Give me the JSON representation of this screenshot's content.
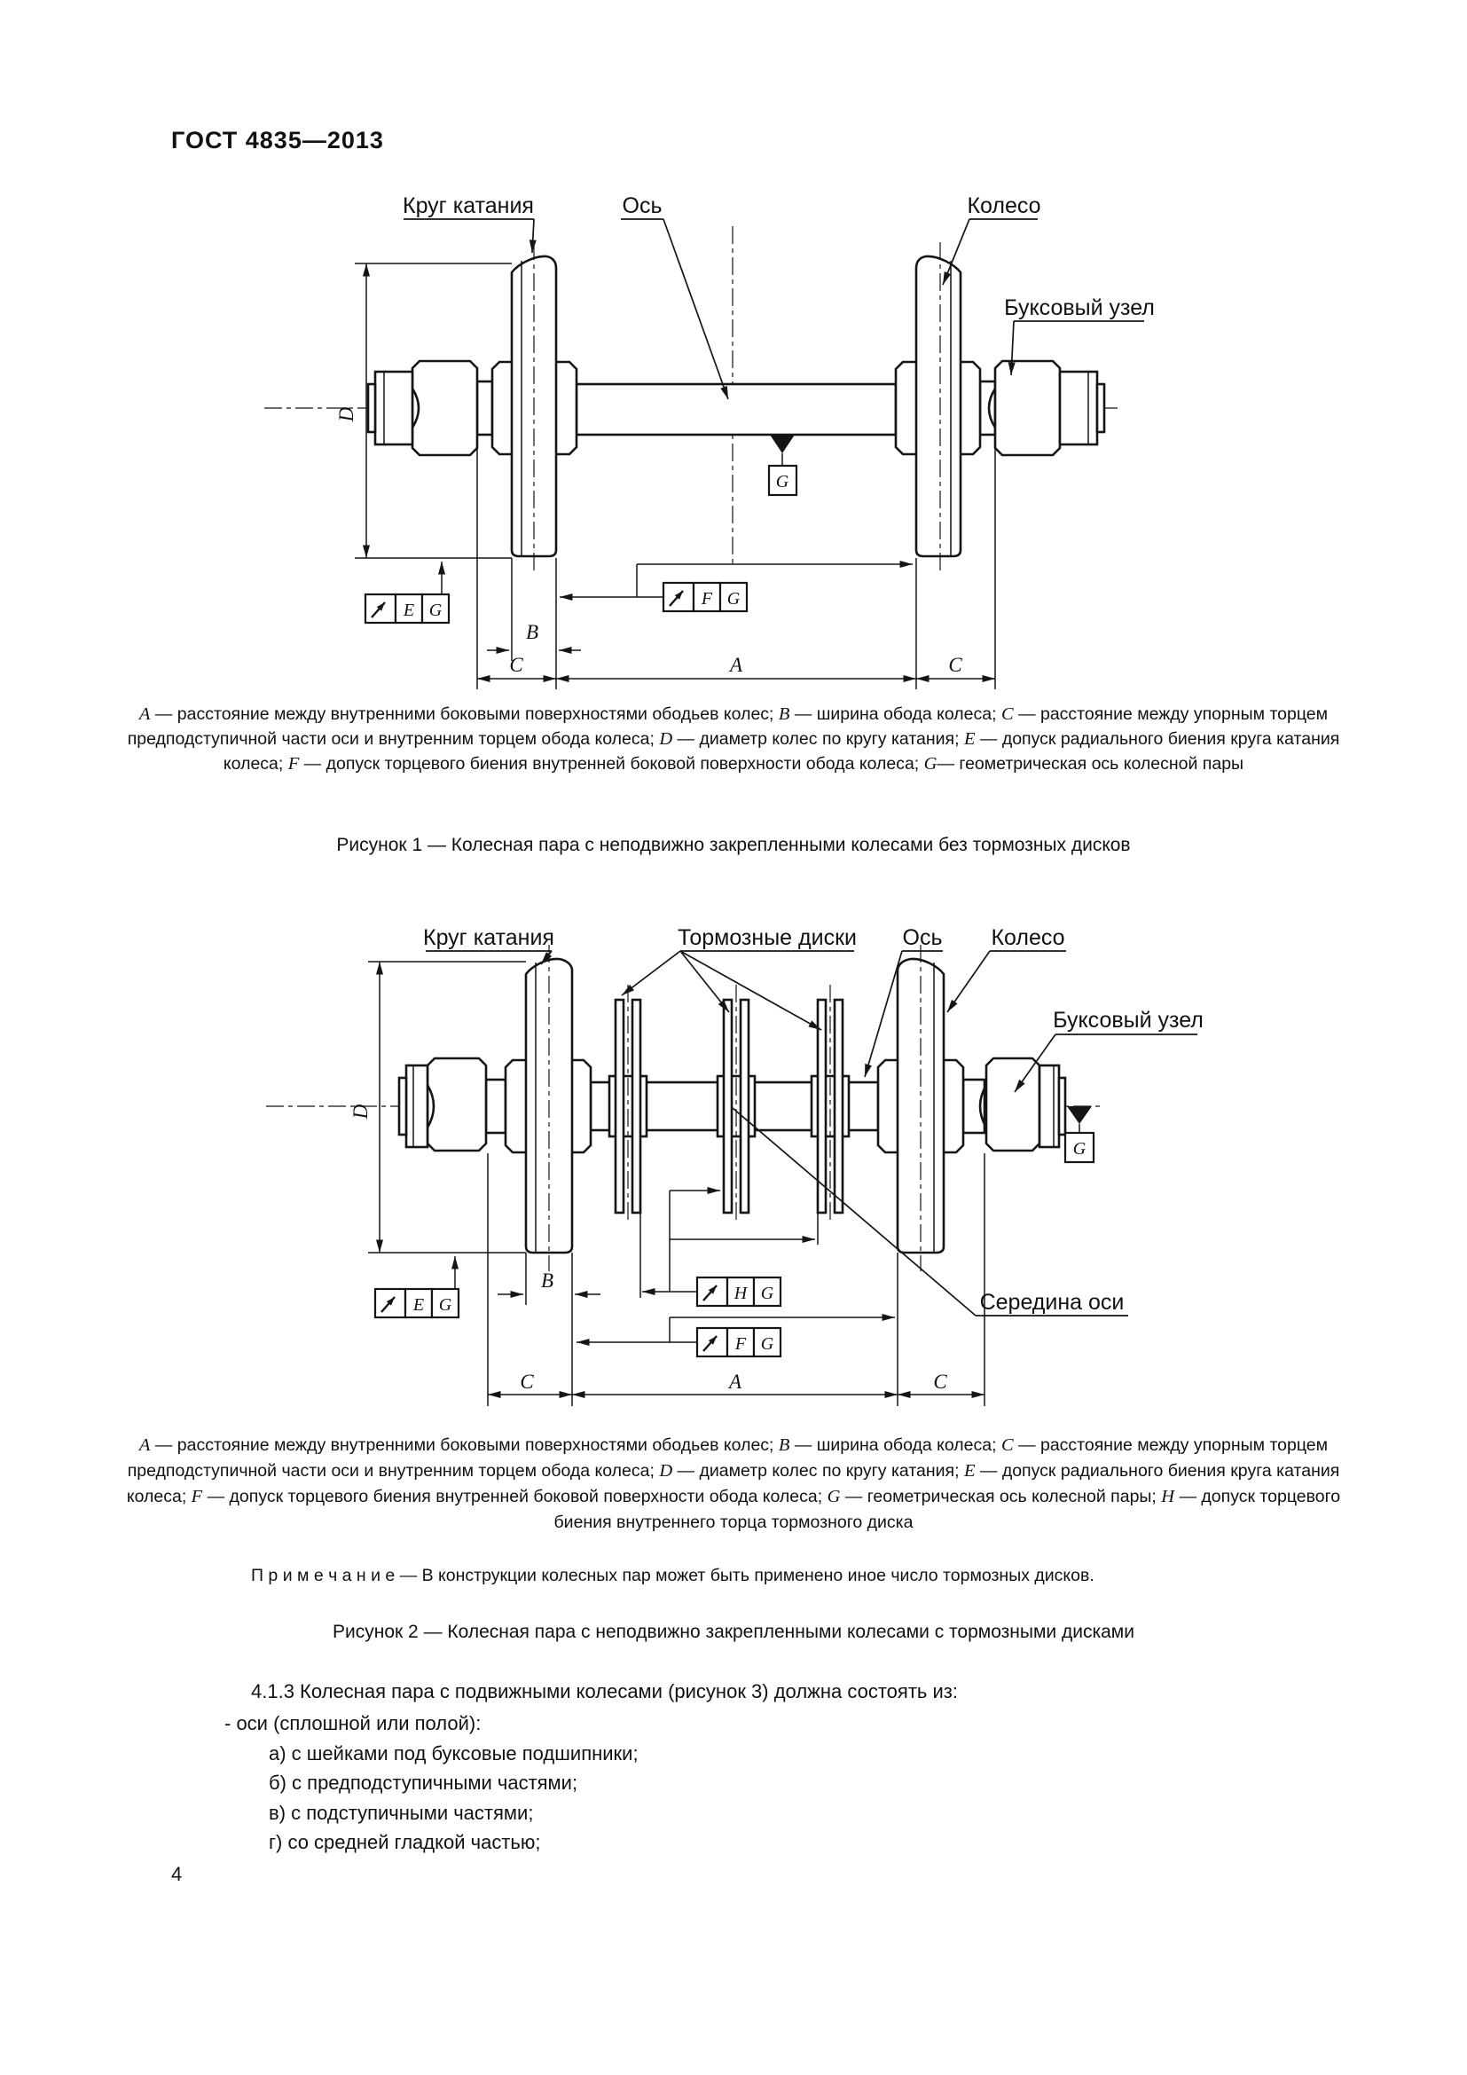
{
  "page": {
    "standard": "ГОСТ 4835—2013",
    "page_number": "4"
  },
  "figure1": {
    "labels": {
      "rolling_circle": "Круг катания",
      "axle": "Ось",
      "wheel": "Колесо",
      "axlebox": "Буксовый узел"
    },
    "dims": {
      "A": "A",
      "B": "B",
      "C": "C",
      "D": "D"
    },
    "frames": {
      "E": "E",
      "F": "F",
      "G": "G"
    },
    "datum": "G",
    "caption": "A — расстояние между внутренними боковыми поверхностями ободьев колес; B — ширина обода колеса; C — расстояние между упорным торцем предподступичной части оси и внутренним торцем обода колеса; D — диаметр колес по кругу катания; E — допуск радиального биения круга катания колеса; F — допуск торцевого биения внутренней боковой поверхности обода колеса; G— геометрическая ось колесной пары",
    "title": "Рисунок 1 — Колесная пара с неподвижно закрепленными колесами без тормозных дисков"
  },
  "figure2": {
    "labels": {
      "rolling_circle": "Круг катания",
      "brake_discs": "Тормозные диски",
      "axle": "Ось",
      "wheel": "Колесо",
      "axlebox": "Буксовый узел",
      "axle_middle": "Середина оси"
    },
    "dims": {
      "A": "A",
      "B": "B",
      "C": "C",
      "D": "D"
    },
    "frames": {
      "E": "E",
      "F": "F",
      "G": "G",
      "H": "H"
    },
    "datum": "G",
    "caption": "A — расстояние между внутренними боковыми поверхностями ободьев колес; B — ширина обода колеса; C — расстояние между упорным торцем предподступичной части оси и внутренним торцем обода колеса; D — диаметр колес по кругу катания; E — допуск радиального биения круга катания колеса; F — допуск торцевого биения внутренней боковой поверхности обода колеса; G — геометрическая ось колесной пары; H — допуск торцевого биения внутреннего торца тормозного диска",
    "note": "П р и м е ч а н и е — В конструкции колесных пар может быть применено иное число тормозных дисков.",
    "title": "Рисунок 2 — Колесная пара с неподвижно закрепленными колесами с тормозными дисками"
  },
  "body": {
    "para_4_1_3": "4.1.3  Колесная пара с подвижными колесами (рисунок 3) должна состоять из:",
    "list": [
      "- оси (сплошной или полой):",
      "а) с шейками под буксовые подшипники;",
      "б) с предподступичными частями;",
      "в) с подступичными частями;",
      "г) со средней гладкой частью;"
    ]
  }
}
